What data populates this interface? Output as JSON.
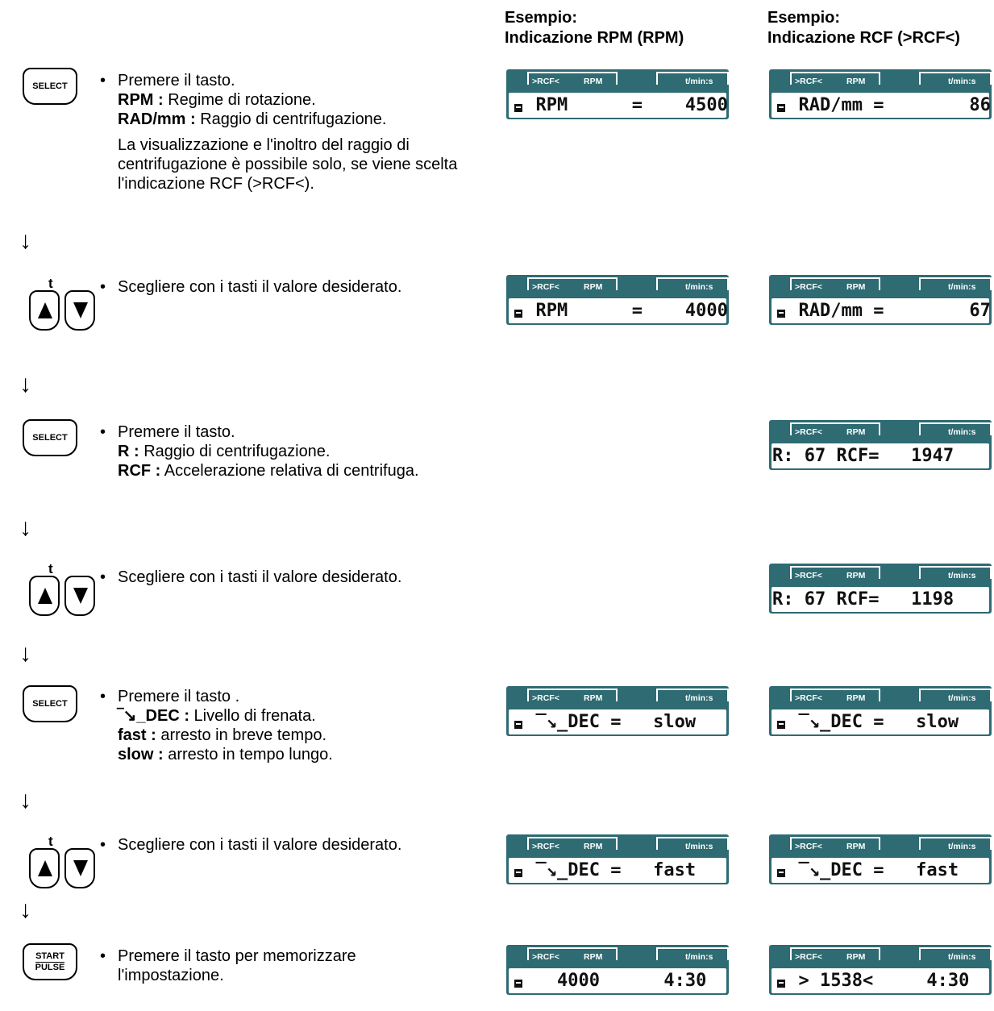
{
  "columns": {
    "rpm": {
      "line1": "Esempio:",
      "line2": "Indicazione RPM (RPM)"
    },
    "rcf": {
      "line1": "Esempio:",
      "line2": "Indicazione RCF (>RCF<)"
    }
  },
  "keys": {
    "select": "SELECT",
    "t": "t",
    "start": "START",
    "pulse": "PULSE"
  },
  "lcd_labels": {
    "rcf": ">RCF<",
    "rpm": "RPM",
    "time": "t/min:s"
  },
  "flow_arrow": "↓",
  "bullet": "•",
  "steps": [
    {
      "line1": "Premere il tasto.",
      "b1": "RPM :",
      "t1": " Regime di rotazione.",
      "b2": "RAD/mm :",
      "t2": " Raggio di centrifugazione.",
      "para": "La visualizzazione e l'inoltro del raggio di centrifugazione è possibile solo, se viene scelta l'indicazione RCF (>RCF<).",
      "lcd_rpm": "  RPM      =    4500",
      "lcd_rcf": "  RAD/mm =        86"
    },
    {
      "line1": "Scegliere con i tasti il valore desiderato.",
      "lcd_rpm": "  RPM      =    4000",
      "lcd_rcf": "  RAD/mm =        67"
    },
    {
      "line1": "Premere il tasto.",
      "b1": "R :",
      "t1": " Raggio di centrifugazione.",
      "b2": "RCF :",
      "t2": " Accelerazione relativa di centrifuga.",
      "lcd_rcf": "R: 67 RCF=   1947"
    },
    {
      "line1": "Scegliere con i tasti il valore desiderato.",
      "lcd_rcf": "R: 67 RCF=   1198"
    },
    {
      "line1": "Premere il tasto .",
      "b1": "‾↘_DEC :",
      "t1": " Livello di frenata.",
      "b2": "fast :",
      "t2": " arresto in breve tempo.",
      "b3": "slow :",
      "t3": " arresto in tempo lungo.",
      "lcd_rpm": "  ‾↘_DEC =   slow",
      "lcd_rcf": "  ‾↘_DEC =   slow"
    },
    {
      "line1": "Scegliere con i tasti il valore desiderato.",
      "lcd_rpm": "  ‾↘_DEC =   fast",
      "lcd_rcf": "  ‾↘_DEC =   fast"
    },
    {
      "line1": "Premere il tasto per memorizzare",
      "line2": "l'impostazione.",
      "lcd_rpm": "    4000      4:30",
      "lcd_rcf": "  > 1538<     4:30"
    }
  ]
}
